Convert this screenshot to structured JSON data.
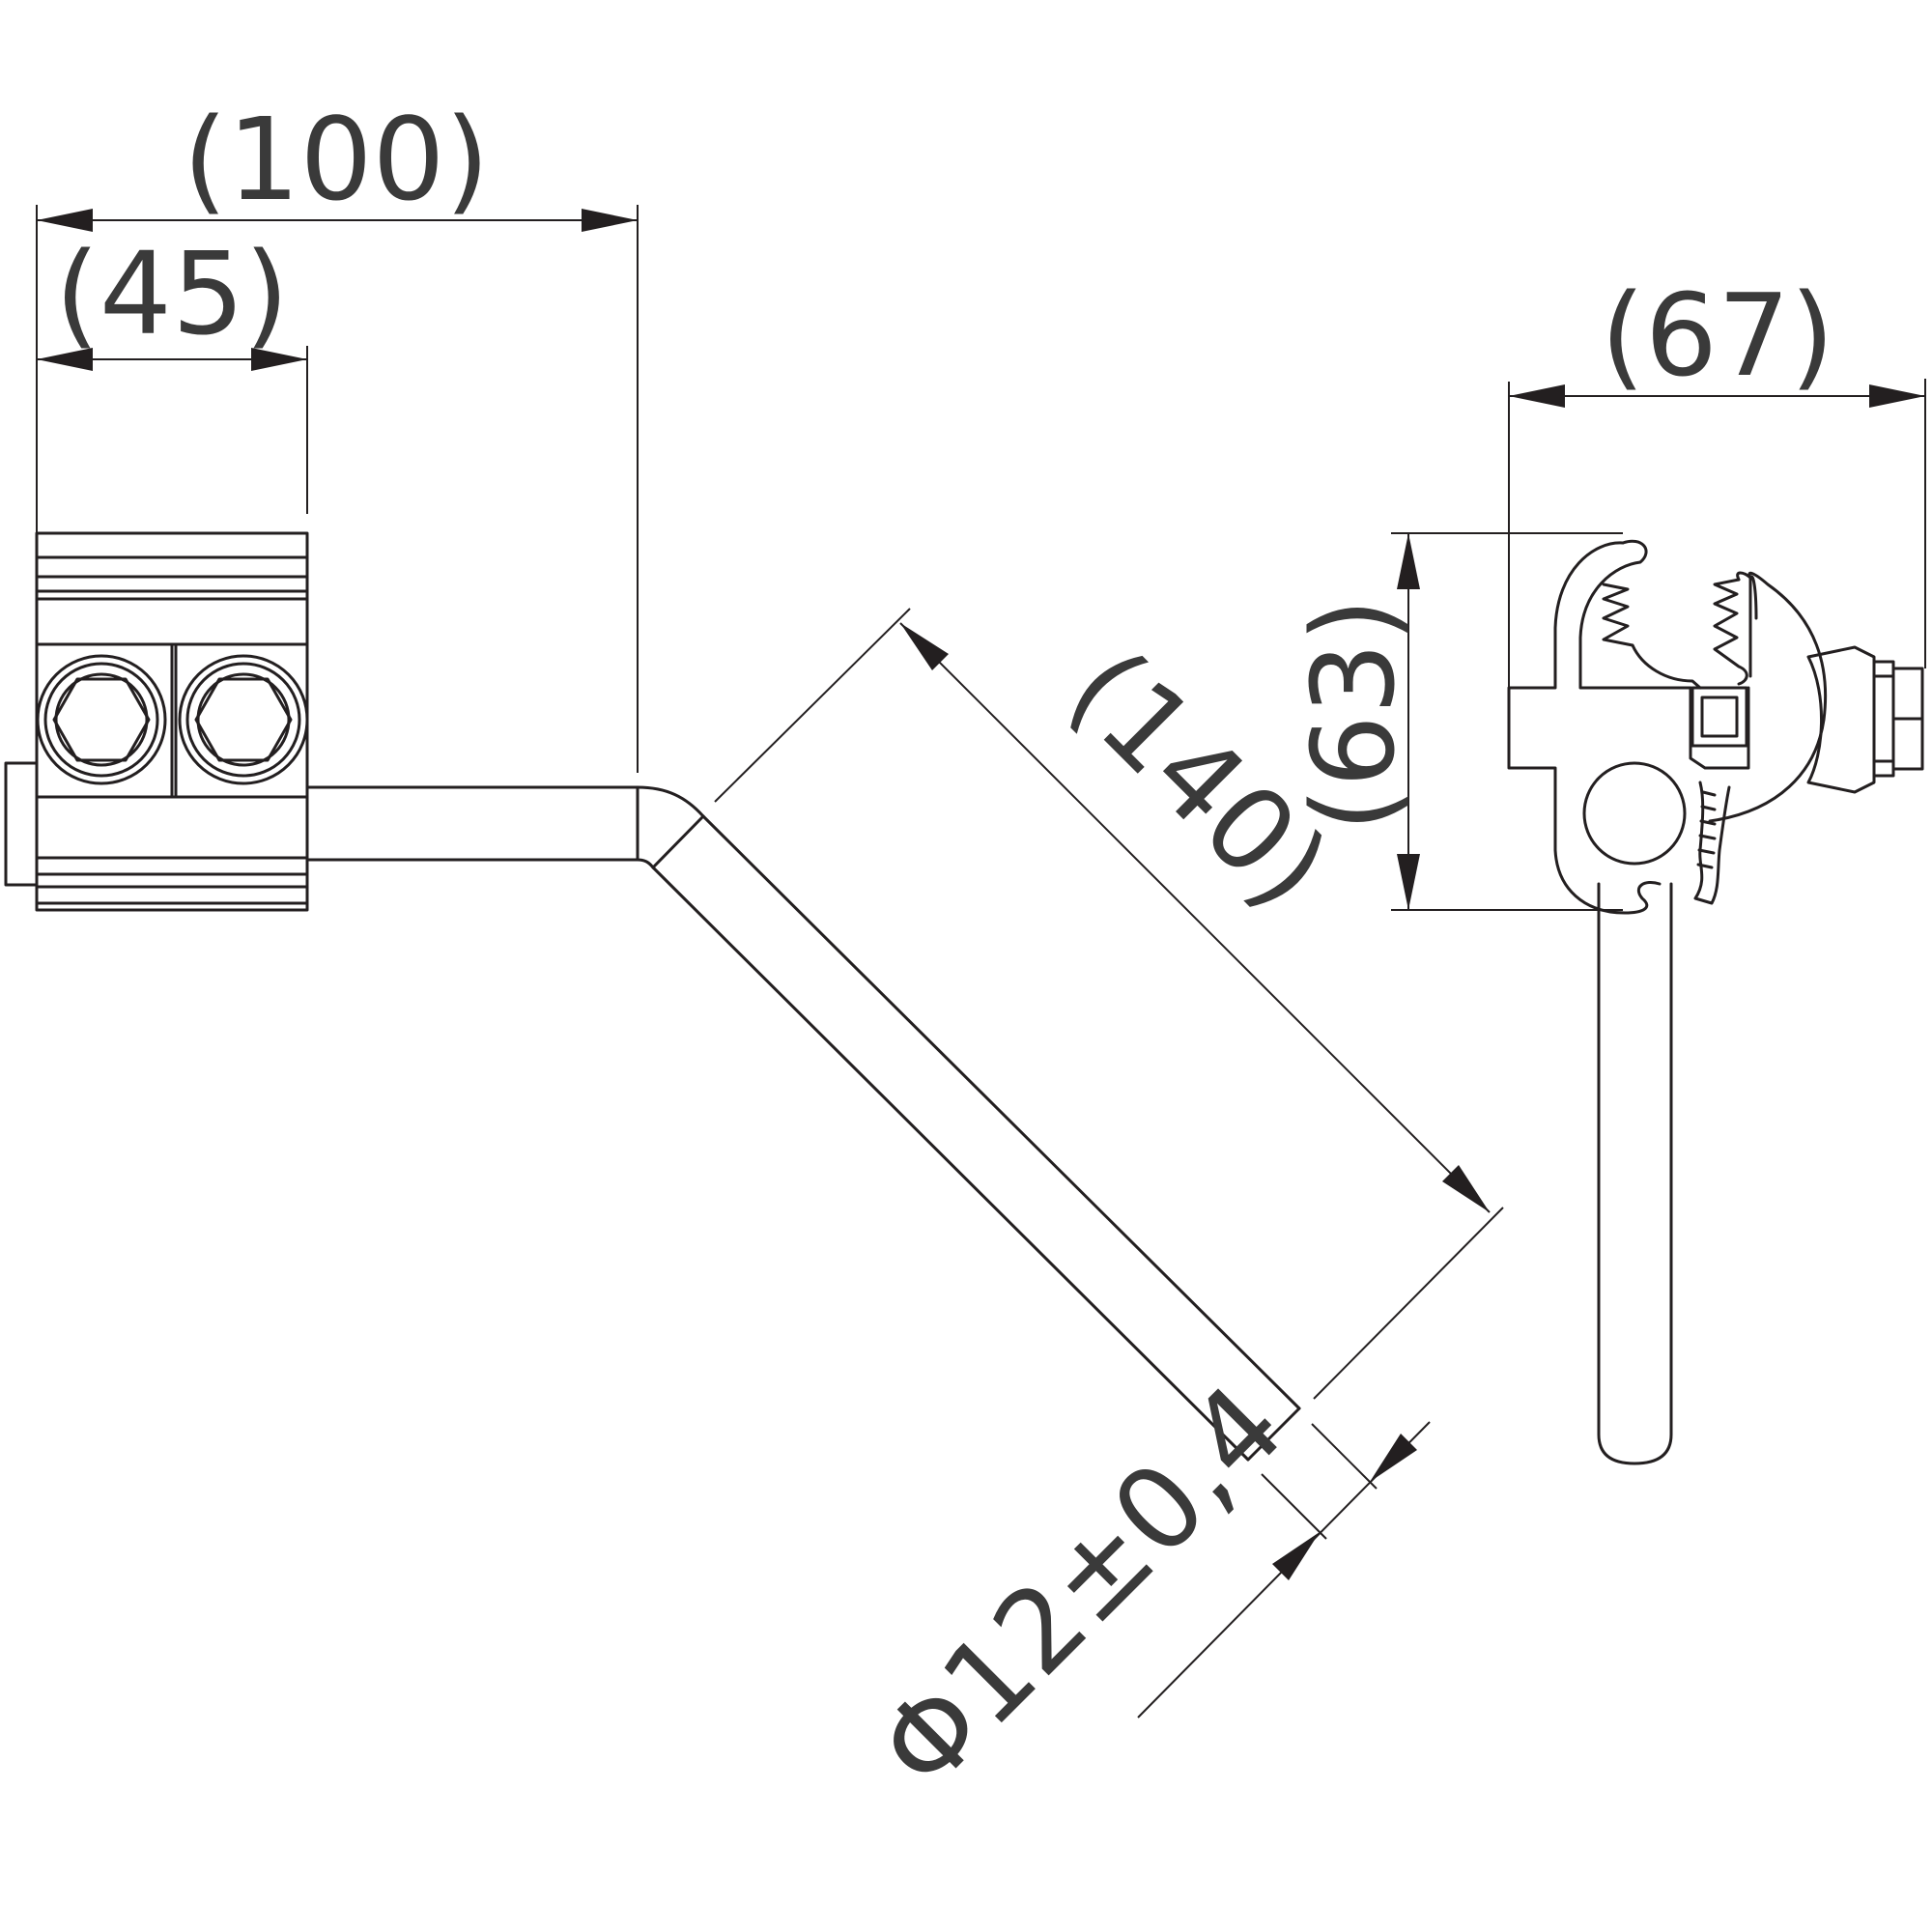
{
  "dimensions": {
    "width_total": "(100)",
    "width_clamp": "(45)",
    "width_side": "(67)",
    "height_side": "(63)",
    "rod_length": "(140)",
    "rod_diameter": "Φ12±0,4"
  }
}
